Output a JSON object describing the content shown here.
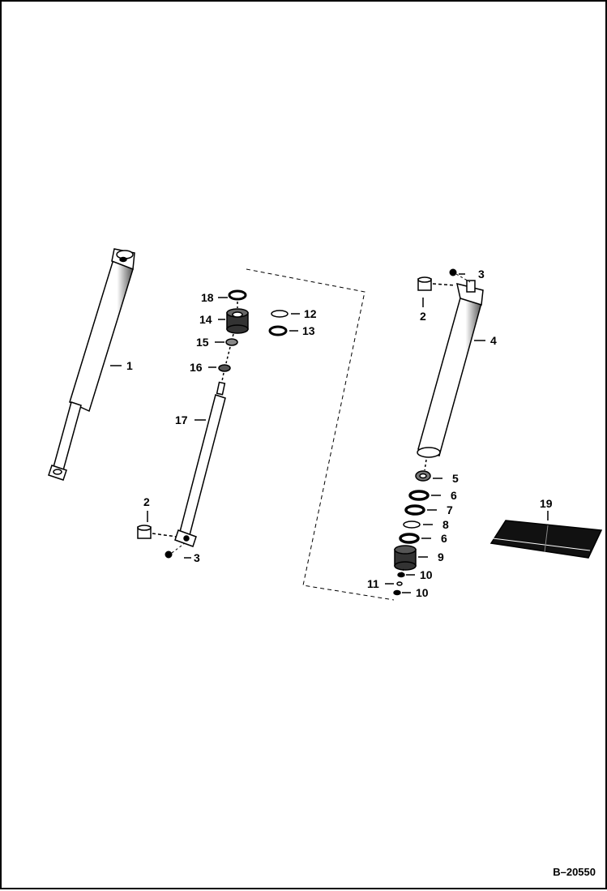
{
  "diagram": {
    "reference": "B–20550",
    "callouts": {
      "c1": "1",
      "c2a": "2",
      "c2b": "2",
      "c3a": "3",
      "c3b": "3",
      "c4": "4",
      "c5": "5",
      "c6a": "6",
      "c6b": "6",
      "c7": "7",
      "c8": "8",
      "c9": "9",
      "c10a": "10",
      "c10b": "10",
      "c11": "11",
      "c12": "12",
      "c13": "13",
      "c14": "14",
      "c15": "15",
      "c16": "16",
      "c17": "17",
      "c18": "18",
      "c19": "19"
    }
  }
}
